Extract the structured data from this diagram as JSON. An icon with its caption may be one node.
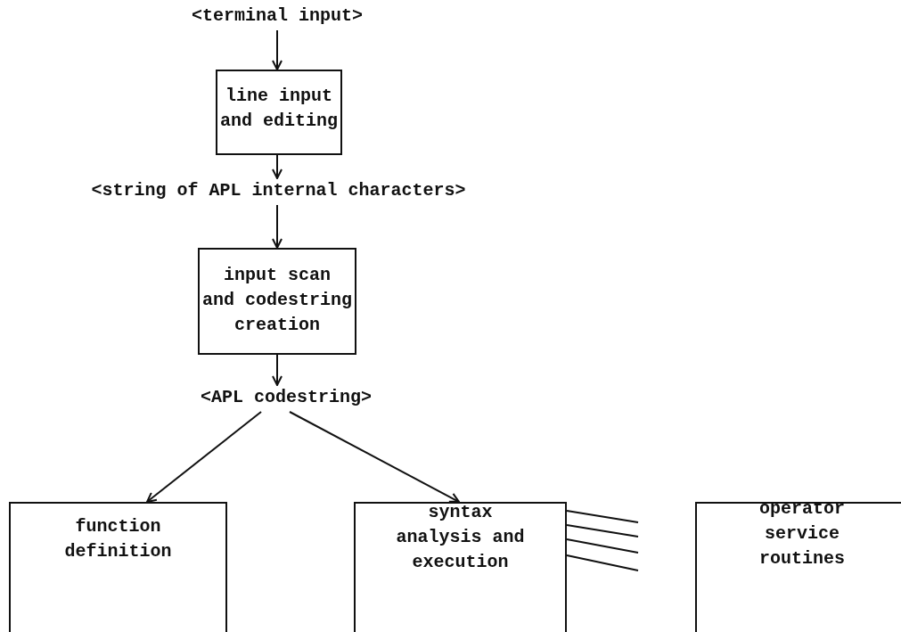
{
  "diagram": {
    "nodes": [
      {
        "text": [
          "<terminal input>"
        ]
      },
      {
        "text": [
          "line input and editing"
        ]
      },
      {
        "text": [
          "<string of APL internal characters>"
        ]
      },
      {
        "text": [
          "input scan and codestring creation"
        ]
      },
      {
        "text": [
          "<APL codestring>"
        ]
      },
      {
        "text": [
          "function definition"
        ]
      },
      {
        "text": [
          "syntax analysis and execution"
        ]
      },
      {
        "text": [
          "operator service routines"
        ]
      }
    ],
    "edges": [
      {
        "from": 0,
        "to": 1,
        "arrow": "to"
      },
      {
        "from": 1,
        "to": 2,
        "arrow": "to"
      },
      {
        "from": 2,
        "to": 3,
        "arrow": "to"
      },
      {
        "from": 3,
        "to": 4,
        "arrow": "to"
      },
      {
        "from": 4,
        "to": 5,
        "arrow": "to"
      },
      {
        "from": 4,
        "to": 6,
        "arrow": "to"
      },
      {
        "from": 6,
        "to": null,
        "arrow": "none"
      },
      {
        "from": 6,
        "to": null,
        "arrow": "none"
      },
      {
        "from": 6,
        "to": null,
        "arrow": "none"
      },
      {
        "from": 6,
        "to": null,
        "arrow": "none"
      }
    ]
  }
}
